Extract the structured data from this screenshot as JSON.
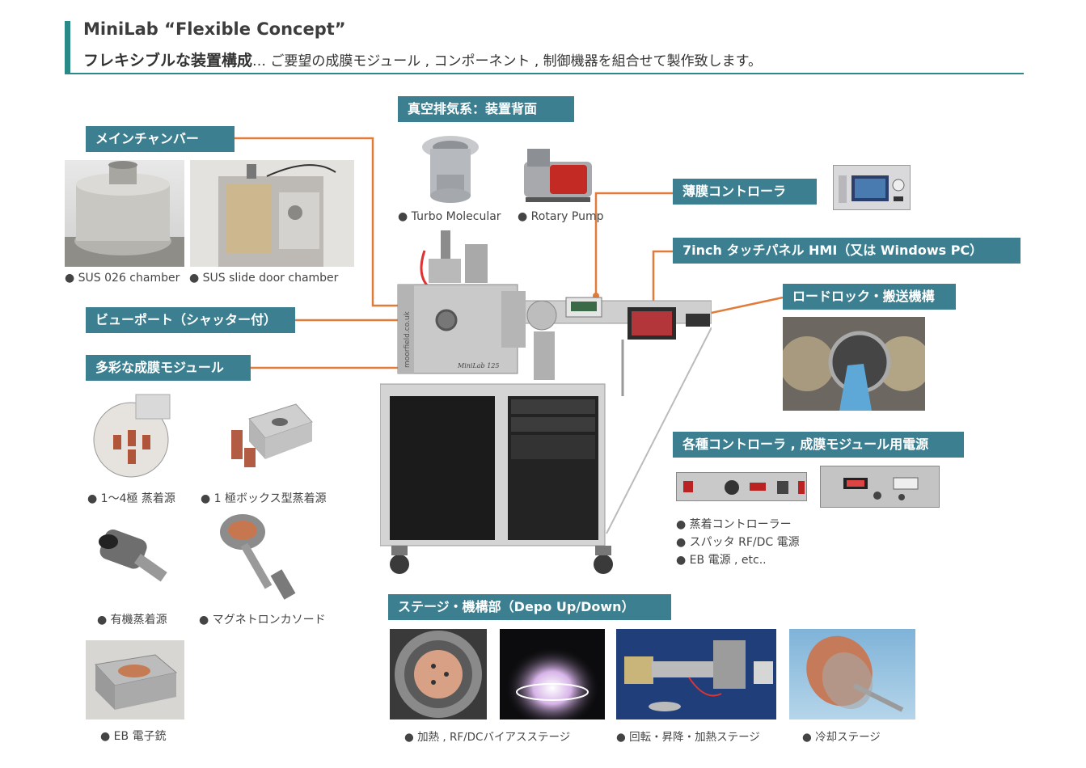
{
  "header": {
    "title_en": "MiniLab “Flexible Concept”",
    "title_jp_bold": "フレキシブルな装置構成",
    "title_jp_rest": "… ご要望の成膜モジュール , コンポーネント , 制御機器を組合せて製作致します。"
  },
  "labels": {
    "main_chamber": "メインチャンバー",
    "vacuum": "真空排気系：装置背面",
    "thin_film_controller": "薄膜コントローラ",
    "hmi": "7inch タッチパネル HMI（又は Windows PC）",
    "viewport": "ビューポート（シャッター付）",
    "loadlock": "ロードロック・搬送機構",
    "deposition_modules": "多彩な成膜モジュール",
    "controllers": "各種コントローラ , 成膜モジュール用電源",
    "stage": "ステージ・機構部（Depo Up/Down）"
  },
  "captions": {
    "sus026": "● SUS 026 chamber",
    "slide_door": "● SUS slide door chamber",
    "turbo": "● Turbo Molecular",
    "rotary": "● Rotary Pump",
    "src_1_4": "● 1〜4極 蒸着源",
    "src_box": "● 1 極ボックス型蒸着源",
    "organic": "● 有機蒸着源",
    "magnetron": "● マグネトロンカソード",
    "eb_gun": "● EB 電子銃",
    "ctrl_1": "● 蒸着コントローラー",
    "ctrl_2": "● スパッタ RF/DC 電源",
    "ctrl_3": "● EB 電源 , etc..",
    "stage_heat": "● 加熱 , RF/DCバイアスステージ",
    "stage_rot": "● 回転・昇降・加熱ステージ",
    "stage_cool": "● 冷却ステージ"
  },
  "machine": {
    "brand_vertical": "moorfield.co.uk",
    "model": "MiniLab 125"
  },
  "colors": {
    "accent": "#2a8a88",
    "label_bg": "#3b7f91",
    "connector": "#e07b39"
  }
}
